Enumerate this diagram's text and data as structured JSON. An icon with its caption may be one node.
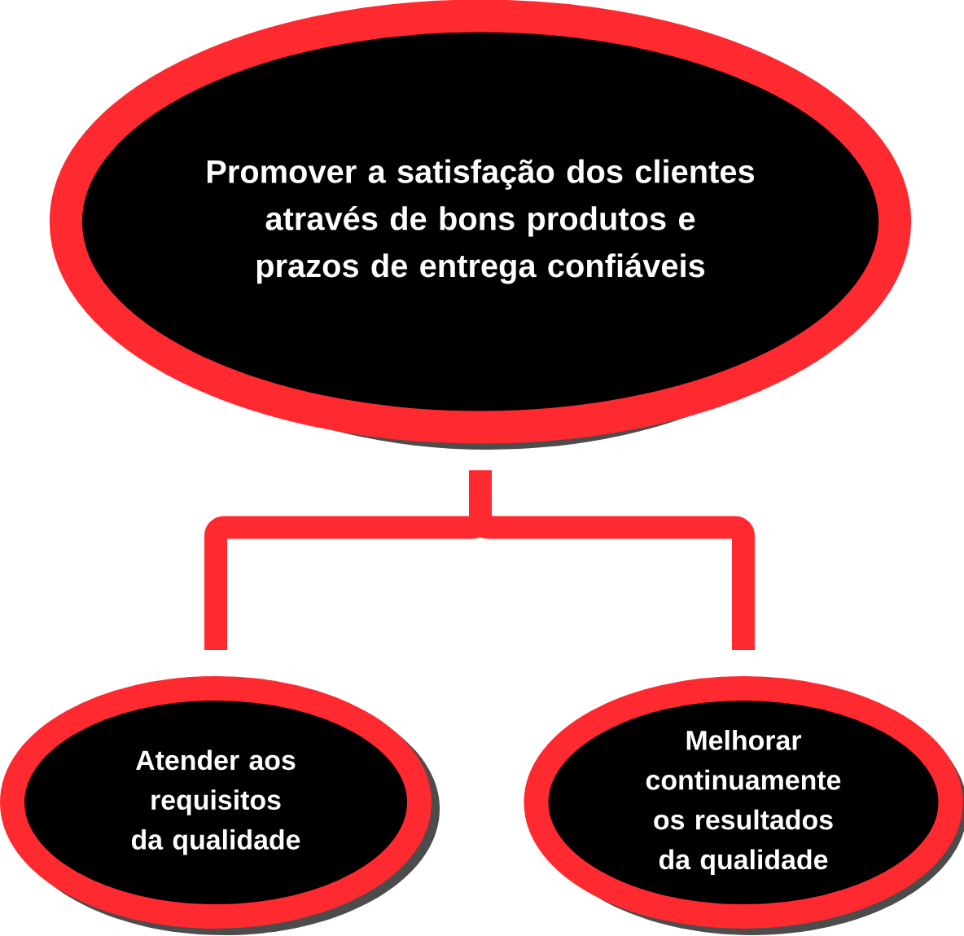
{
  "diagram": {
    "nodes": [
      {
        "text": [
          "Promover a satisfação dos clientes através de bons produtos e prazos de entrega confiáveis"
        ]
      },
      {
        "text": [
          "Atender aos requisitos da qualidade"
        ]
      },
      {
        "text": [
          "Melhorar continuamente os resultados da qualidade"
        ]
      }
    ],
    "edges": [
      {
        "from": 0,
        "to": 1,
        "arrow": "none"
      },
      {
        "from": 0,
        "to": 2,
        "arrow": "none"
      }
    ]
  }
}
